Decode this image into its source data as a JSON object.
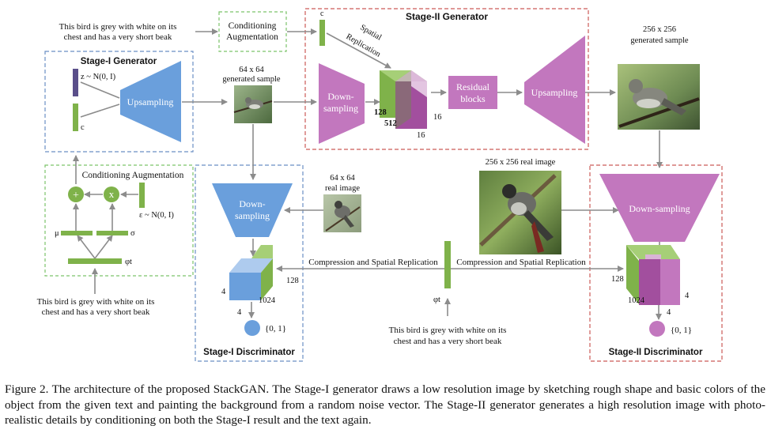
{
  "text_desc": [
    "This bird is grey with white on its",
    "chest and has a very short beak"
  ],
  "cond_aug_top": [
    "Conditioning",
    "Augmentation"
  ],
  "stage1_gen_title": "Stage-I Generator",
  "z_label": "z ~ N(0, I)",
  "c_label": "c",
  "upsampling": "Upsampling",
  "gen_sample_64": [
    "64 x 64",
    "generated sample"
  ],
  "stage2_gen_title": "Stage-II Generator",
  "spatial_replication": [
    "Spatial",
    "Replication"
  ],
  "down_sampling_split": [
    "Down-",
    "sampling"
  ],
  "residual_blocks": [
    "Residual",
    "blocks"
  ],
  "tensor_dims_s2": [
    "128",
    "512",
    "16",
    "16"
  ],
  "gen_sample_256": [
    "256 x 256",
    "generated sample"
  ],
  "cond_aug_bottom": "Conditioning Augmentation",
  "plus": "+",
  "times": "x",
  "epsilon": "ε ~ N(0, I)",
  "mu": "μ",
  "sigma": "σ",
  "phi_t": "φt",
  "real_64": [
    "64 x 64",
    "real image"
  ],
  "real_256": "256 x 256 real image",
  "down_sampling": "Down-sampling",
  "compression": "Compression and Spatial Replication",
  "d1_dims": [
    "4",
    "1024",
    "4",
    "128"
  ],
  "d2_dims": [
    "128",
    "1024",
    "4",
    "4"
  ],
  "output01": "{0, 1}",
  "stage1_disc_title": "Stage-I Discriminator",
  "stage2_disc_title": "Stage-II Discriminator",
  "caption": "Figure 2. The architecture of the proposed StackGAN. The Stage-I generator draws a low resolution image by sketching rough shape and basic colors of the object from the given text and painting the background from a random noise vector. The Stage-II generator generates a high resolution image with photo-realistic details by conditioning on both the Stage-I result and the text again.",
  "colors": {
    "green": "#7fb24a",
    "green_dark": "#5f9a34",
    "blue": "#6a9fdc",
    "purple": "#c277be",
    "purple_dark": "#a24f9e",
    "z_bar": "#5a4f8a",
    "dash_blue": "#6b8fc4",
    "dash_red": "#cc5b57",
    "dash_green": "#7cc36a",
    "arrow": "#8c8c8c"
  }
}
